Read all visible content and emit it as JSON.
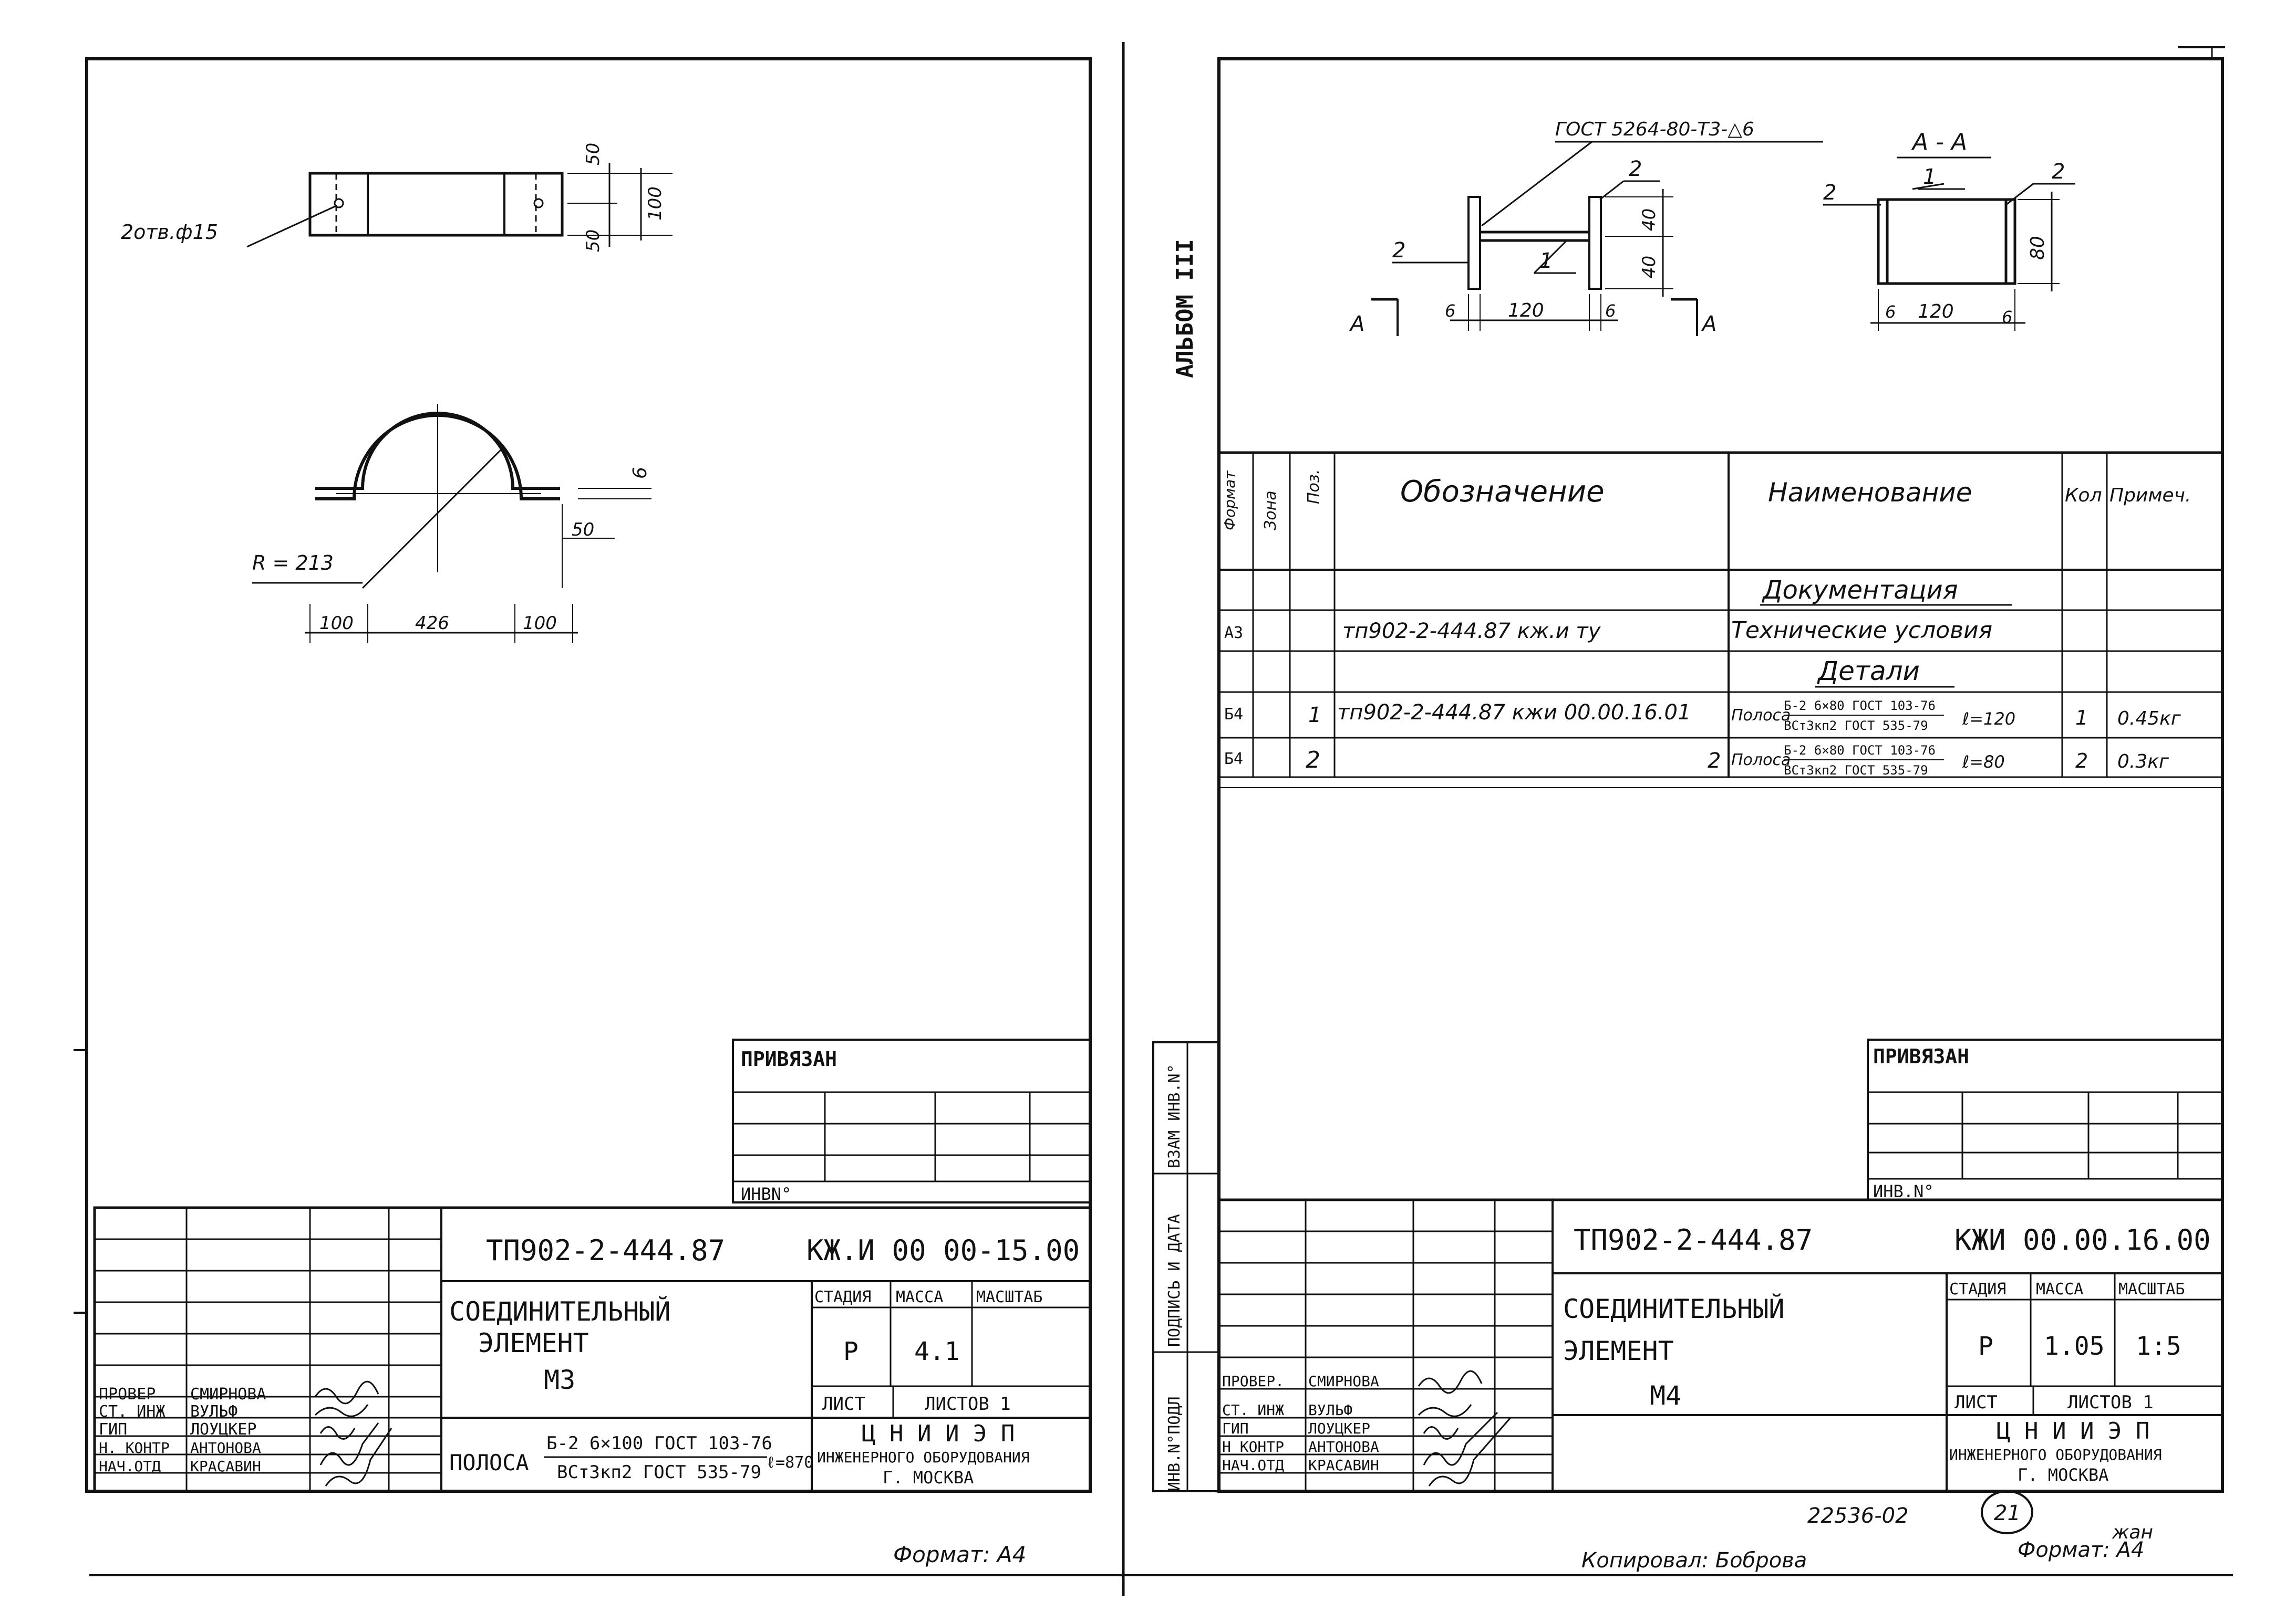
{
  "left": {
    "drawing": {
      "holes_label": "2отв.ф15",
      "dim_50_top": "50",
      "dim_50_bottom": "50",
      "dim_100_height": "100",
      "radius_label": "R = 213",
      "dim_6": "6",
      "dim_50": "50",
      "dim_100_left": "100",
      "dim_426": "426",
      "dim_100_right": "100"
    },
    "privyazan": {
      "title": "ПРИВЯЗАН",
      "inv_label": "ИНВN°"
    },
    "stamp": {
      "doc_number": "ТП902-2-444.87",
      "code": "КЖ.И 00 00-15.00",
      "name_line1": "СОЕДИНИТЕЛЬНЫЙ",
      "name_line2": "ЭЛЕМЕНТ",
      "name_line3": "М3",
      "h_stage": "СТАДИЯ",
      "h_mass": "МАССА",
      "h_scale": "МАСШТАБ",
      "stage": "Р",
      "mass": "4.1",
      "scale": "",
      "sheet": "ЛИСТ",
      "sheets": "ЛИСТОВ 1",
      "material_prefix": "ПОЛОСА",
      "material_top": "Б-2 6×100 ГОСТ 103-76",
      "material_bottom": "ВСт3кп2 ГОСТ 535-79",
      "material_len": "ℓ=870",
      "org1": "Ц Н И И Э П",
      "org2": "ИНЖЕНЕРНОГО ОБОРУДОВАНИЯ",
      "org3": "Г. МОСКВА",
      "people": [
        {
          "role": "ПРОВЕР",
          "name": "СМИРНОВА"
        },
        {
          "role": "СТ. ИНЖ",
          "name": "ВУЛЬФ"
        },
        {
          "role": "ГИП",
          "name": "ЛОУЦКЕР"
        },
        {
          "role": "Н. КОНТР",
          "name": "АНТОНОВА"
        },
        {
          "role": "НАЧ.ОТД",
          "name": "КРАСАВИН"
        }
      ]
    },
    "format": "Формат: А4"
  },
  "right": {
    "album": "АЛЬБОМ III",
    "side_labels": {
      "inv": "ИНВ.N°ПОДЛ",
      "sign": "ПОДПИСЬ И ДАТА",
      "vzam": "ВЗАМ ИНВ.N°"
    },
    "drawing": {
      "weld": "ГОСТ 5264-80-Т3-△6",
      "section_title": "А - А",
      "pos1_a": "1",
      "pos2_a": "2",
      "pos2_b": "2",
      "dim_40_a": "40",
      "dim_40_b": "40",
      "dim_6_a": "6",
      "dim_120_a": "120",
      "dim_6_b": "6",
      "cut_a_left": "А",
      "cut_a_right": "А",
      "sec_pos2_left": "2",
      "sec_pos1": "1",
      "sec_pos2_right": "2",
      "sec_dim_80": "80",
      "sec_dim_6_left": "6",
      "sec_dim_120": "120",
      "sec_dim_6_right": "6"
    },
    "spec": {
      "h_format": "Формат",
      "h_zone": "Зона",
      "h_pos": "Поз.",
      "h_designation": "Обозначение",
      "h_name": "Наименование",
      "h_qty": "Кол",
      "h_note": "Примеч.",
      "section_docs": "Документация",
      "section_parts": "Детали",
      "rows": [
        {
          "format": "А3",
          "pos": "",
          "designation": "тп902-2-444.87   кж.и  ту",
          "name": "Технические условия",
          "qty": "",
          "note": ""
        },
        {
          "format": "Б4",
          "pos": "1",
          "designation": "тп902-2-444.87 кжи 00.00.16.01",
          "name_prefix": "Полоса",
          "name_top": "Б-2 6×80 ГОСТ 103-76",
          "name_bottom": "ВСт3кп2 ГОСТ 535-79",
          "name_len": "ℓ=120",
          "qty": "1",
          "note": "0.45кг"
        },
        {
          "format": "Б4",
          "pos": "2",
          "designation": "2",
          "name_prefix": "Полоса",
          "name_top": "Б-2 6×80 ГОСТ 103-76",
          "name_bottom": "ВСт3кп2 ГОСТ 535-79",
          "name_len": "ℓ=80",
          "qty": "2",
          "note": "0.3кг"
        }
      ]
    },
    "privyazan": {
      "title": "ПРИВЯЗАН",
      "inv_label": "ИНВ.N°"
    },
    "stamp": {
      "doc_number": "ТП902-2-444.87",
      "code": "КЖИ 00.00.16.00",
      "name_line1": "СОЕДИНИТЕЛЬНЫЙ",
      "name_line2": "ЭЛЕМЕНТ",
      "name_line3": "М4",
      "h_stage": "СТАДИЯ",
      "h_mass": "МАССА",
      "h_scale": "МАСШТАБ",
      "stage": "Р",
      "mass": "1.05",
      "scale": "1:5",
      "sheet": "ЛИСТ",
      "sheets": "ЛИСТОВ 1",
      "org1": "Ц Н И И Э П",
      "org2": "ИНЖЕНЕРНОГО ОБОРУДОВАНИЯ",
      "org3": "Г. МОСКВА",
      "people": [
        {
          "role": "ПРОВЕР.",
          "name": "СМИРНОВА"
        },
        {
          "role": "СТ. ИНЖ",
          "name": "ВУЛЬФ"
        },
        {
          "role": "ГИП",
          "name": "ЛОУЦКЕР"
        },
        {
          "role": "Н КОНТР",
          "name": "АНТОНОВА"
        },
        {
          "role": "НАЧ.ОТД",
          "name": "КРАСАВИН"
        }
      ]
    },
    "footer": {
      "number": "22536-02",
      "page": "21",
      "copied": "Копировал: Боброва",
      "format": "Формат: А4",
      "handwritten": "жан"
    }
  }
}
